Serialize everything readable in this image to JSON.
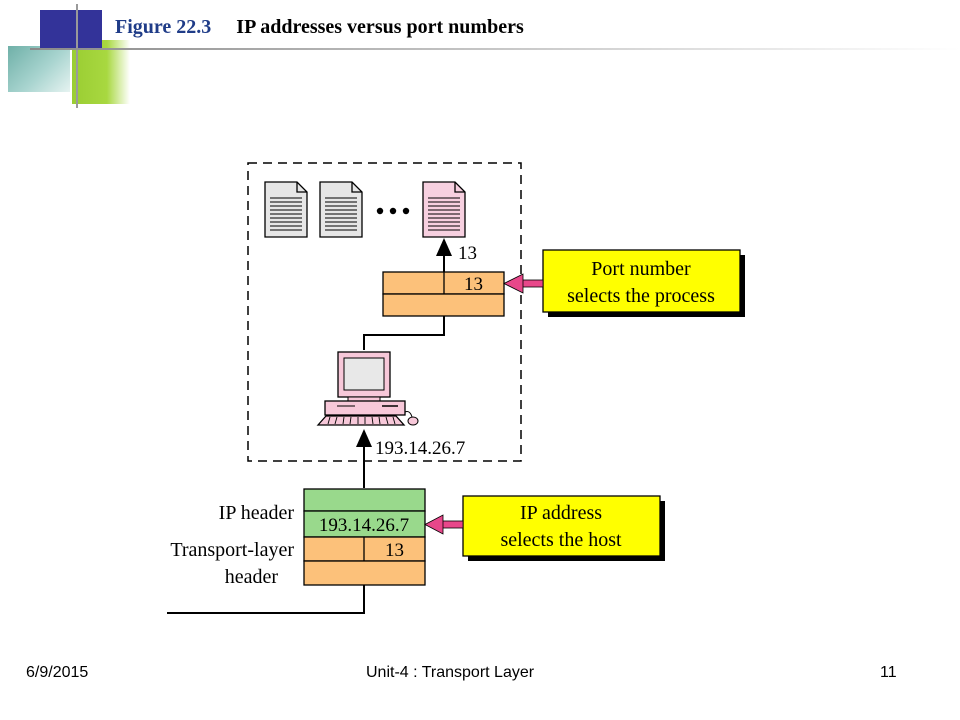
{
  "slide": {
    "figure_number": "Figure 22.3",
    "title": "IP addresses versus port numbers"
  },
  "diagram": {
    "port_value_above": "13",
    "transport_port_upper": "13",
    "callout_port": [
      "Port number",
      "selects the process"
    ],
    "host_ip": "193.14.26.7",
    "ip_header_label": "IP header",
    "packet_ip": "193.14.26.7",
    "packet_port": "13",
    "transport_label": [
      "Transport-layer",
      "header"
    ],
    "callout_ip": [
      "IP address",
      "selects the host"
    ],
    "colors": {
      "transport_orange": "#fcc17a",
      "ip_green": "#99d98c",
      "callout_yellow": "#ffff00",
      "arrow_pink": "#e8478a",
      "computer_pink": "#f7c8d9",
      "document_pink": "#f7d0e0"
    },
    "icons": [
      "document-icon",
      "document-icon",
      "ellipsis-icon",
      "document-icon",
      "computer-icon"
    ]
  },
  "footer": {
    "date": "6/9/2015",
    "center": "Unit-4 : Transport Layer",
    "page": "11"
  }
}
